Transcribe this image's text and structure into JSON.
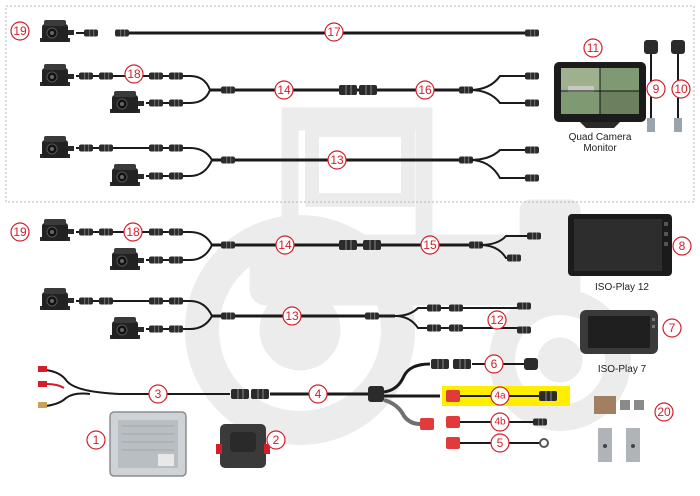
{
  "colors": {
    "callout": "#d21f2a",
    "cable": "#1a1a1a",
    "cable_grey": "#707070",
    "connector": "#2b2b2b",
    "watermark": "#ececec",
    "dash_border": "#b5b5b5",
    "power_plug": "#e03a3a",
    "highlight": "#ffee00"
  },
  "callouts": {
    "c1": "1",
    "c2": "2",
    "c3": "3",
    "c4": "4",
    "c4a": "4a",
    "c4b": "4b",
    "c5": "5",
    "c6": "6",
    "c7": "7",
    "c8": "8",
    "c9": "9",
    "c10": "10",
    "c11": "11",
    "c12": "12",
    "c13a": "13",
    "c13b": "13",
    "c14a": "14",
    "c14b": "14",
    "c15": "15",
    "c16": "16",
    "c17": "17",
    "c18a": "18",
    "c18b": "18",
    "c19a": "19",
    "c19b": "19",
    "c20": "20"
  },
  "labels": {
    "quad_monitor_line1": "Quad Camera",
    "quad_monitor_line2": "Monitor",
    "iso12": "ISO-Play 12",
    "iso7": "ISO-Play 7"
  },
  "icons": {
    "camera": "rear-view-camera-icon",
    "monitor": "display-monitor-icon",
    "ecu": "control-unit-icon",
    "tractor": "tractor-watermark"
  }
}
